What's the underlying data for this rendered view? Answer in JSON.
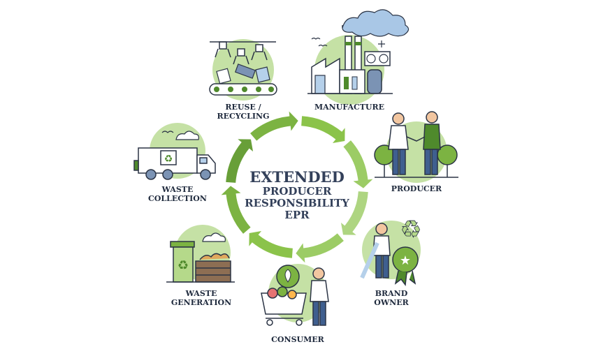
{
  "title": {
    "line1": "EXTENDED",
    "line2": "PRODUCER",
    "line3": "RESPONSIBILITY",
    "line4": "EPR"
  },
  "stages": [
    {
      "id": "manufacture",
      "label": "MANUFACTURE",
      "icon": "factory-icon"
    },
    {
      "id": "producer",
      "label": "PRODUCER",
      "icon": "handshake-icon"
    },
    {
      "id": "brand-owner",
      "label": "BRAND\nOWNER",
      "icon": "award-badge-icon"
    },
    {
      "id": "consumer",
      "label": "CONSUMER",
      "icon": "shopping-cart-icon"
    },
    {
      "id": "waste-generation",
      "label": "WASTE\nGENERATION",
      "icon": "recycle-bin-icon"
    },
    {
      "id": "waste-collection",
      "label": "WASTE\nCOLLECTION",
      "icon": "garbage-truck-icon"
    },
    {
      "id": "reuse-recycling",
      "label": "REUSE /\nRECYCLING",
      "icon": "conveyor-belt-icon"
    }
  ],
  "colors": {
    "accent_green": "#7cb342",
    "light_green": "#b5d98a",
    "dark_green": "#4f8a2c",
    "circle_bg": "#c5e1a5",
    "outline": "#2b3445",
    "steel_blue": "#7b93b4"
  }
}
